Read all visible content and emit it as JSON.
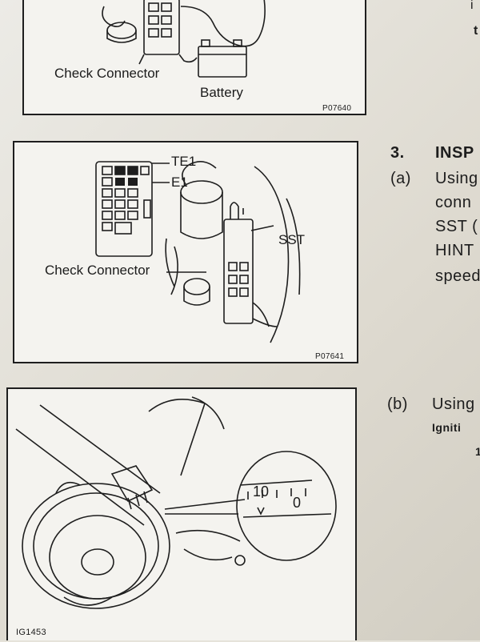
{
  "figures": {
    "fig1": {
      "labels": {
        "check_connector": "Check Connector",
        "battery": "Battery"
      },
      "code": "P07640"
    },
    "fig2": {
      "labels": {
        "te1": "TE1",
        "e1": "E1",
        "sst": "SST",
        "check_connector": "Check Connector"
      },
      "code": "P07641"
    },
    "fig3": {
      "labels": {
        "scale_10": "10",
        "scale_0": "0"
      },
      "code": "IG1453"
    }
  },
  "right_text": {
    "top_fragment_1": "i",
    "top_fragment_2": "t",
    "step_num": "3.",
    "step_title": "INSP",
    "a_label": "(a)",
    "a_line1": "Using",
    "a_line2": "conn",
    "a_line3": "SST (",
    "a_line4": "HINT",
    "a_line5": "speed",
    "b_label": "(b)",
    "b_line1": "Using",
    "b_line2": "Igniti",
    "b_line3": "1"
  }
}
